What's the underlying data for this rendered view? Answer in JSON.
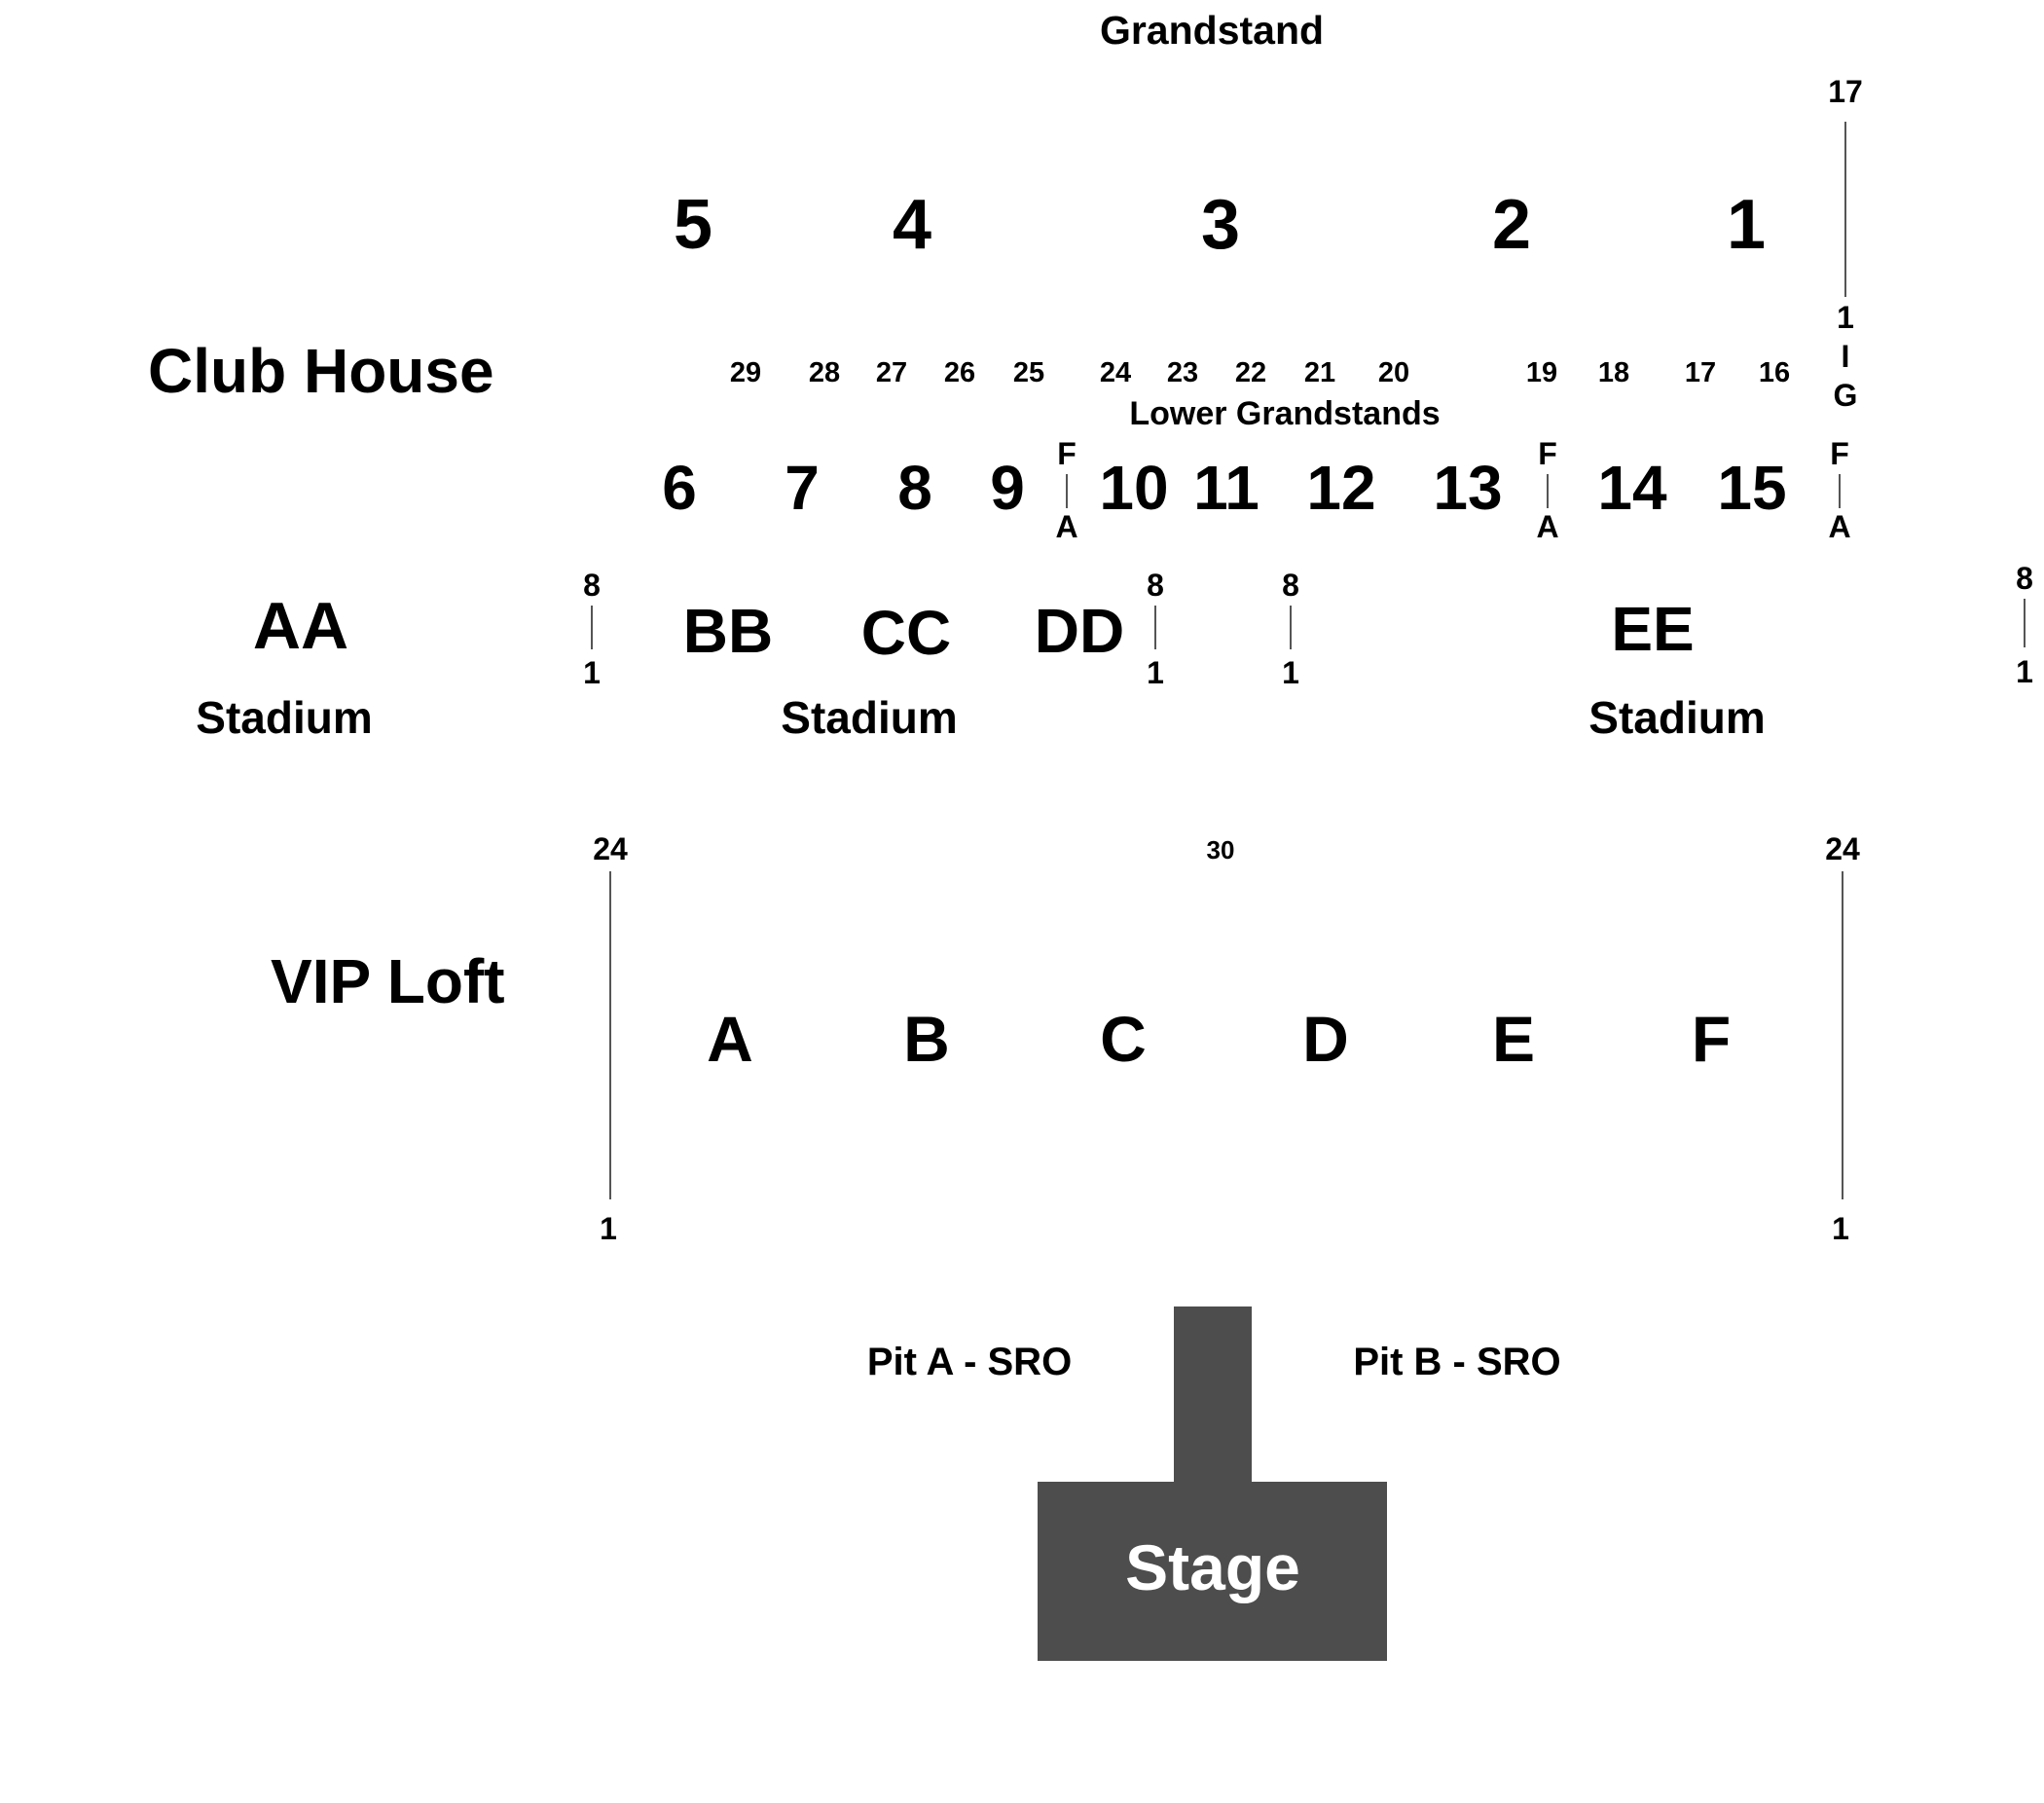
{
  "colors": {
    "ink": "#111111",
    "stage": "#4d4d4d",
    "stage_text": "#ffffff",
    "line": "#555555"
  },
  "grandstand": {
    "title": "Grandstand",
    "upper_sections": [
      "5",
      "4",
      "3",
      "2",
      "1"
    ],
    "row_top": "17",
    "row_bottom": "1",
    "row_letters": [
      "I",
      "G"
    ]
  },
  "club_house": {
    "label": "Club House"
  },
  "lower_grandstands": {
    "label": "Lower Grandstands",
    "box_numbers": [
      "29",
      "28",
      "27",
      "26",
      "25",
      "24",
      "23",
      "22",
      "21",
      "20",
      "19",
      "18",
      "17",
      "16"
    ],
    "sections": [
      "6",
      "7",
      "8",
      "9",
      "10",
      "11",
      "12",
      "13",
      "14",
      "15"
    ],
    "row_markers": [
      {
        "top": "F",
        "bottom": "A"
      },
      {
        "top": "F",
        "bottom": "A"
      },
      {
        "top": "F",
        "bottom": "A"
      }
    ]
  },
  "stadium": {
    "sections": [
      "AA",
      "BB",
      "CC",
      "DD",
      "EE"
    ],
    "labels": [
      "Stadium",
      "Stadium",
      "Stadium"
    ],
    "row_markers": [
      {
        "top": "8",
        "bottom": "1"
      },
      {
        "top": "8",
        "bottom": "1"
      },
      {
        "top": "8",
        "bottom": "1"
      },
      {
        "top": "8",
        "bottom": "1"
      }
    ]
  },
  "vip_loft": {
    "label": "VIP Loft",
    "sections": [
      "A",
      "B",
      "C",
      "D",
      "E",
      "F"
    ],
    "center_number": "30",
    "row_markers": [
      {
        "top": "24",
        "bottom": "1"
      },
      {
        "top": "24",
        "bottom": "1"
      }
    ]
  },
  "pits": [
    "Pit A - SRO",
    "Pit B - SRO"
  ],
  "stage": {
    "label": "Stage"
  }
}
